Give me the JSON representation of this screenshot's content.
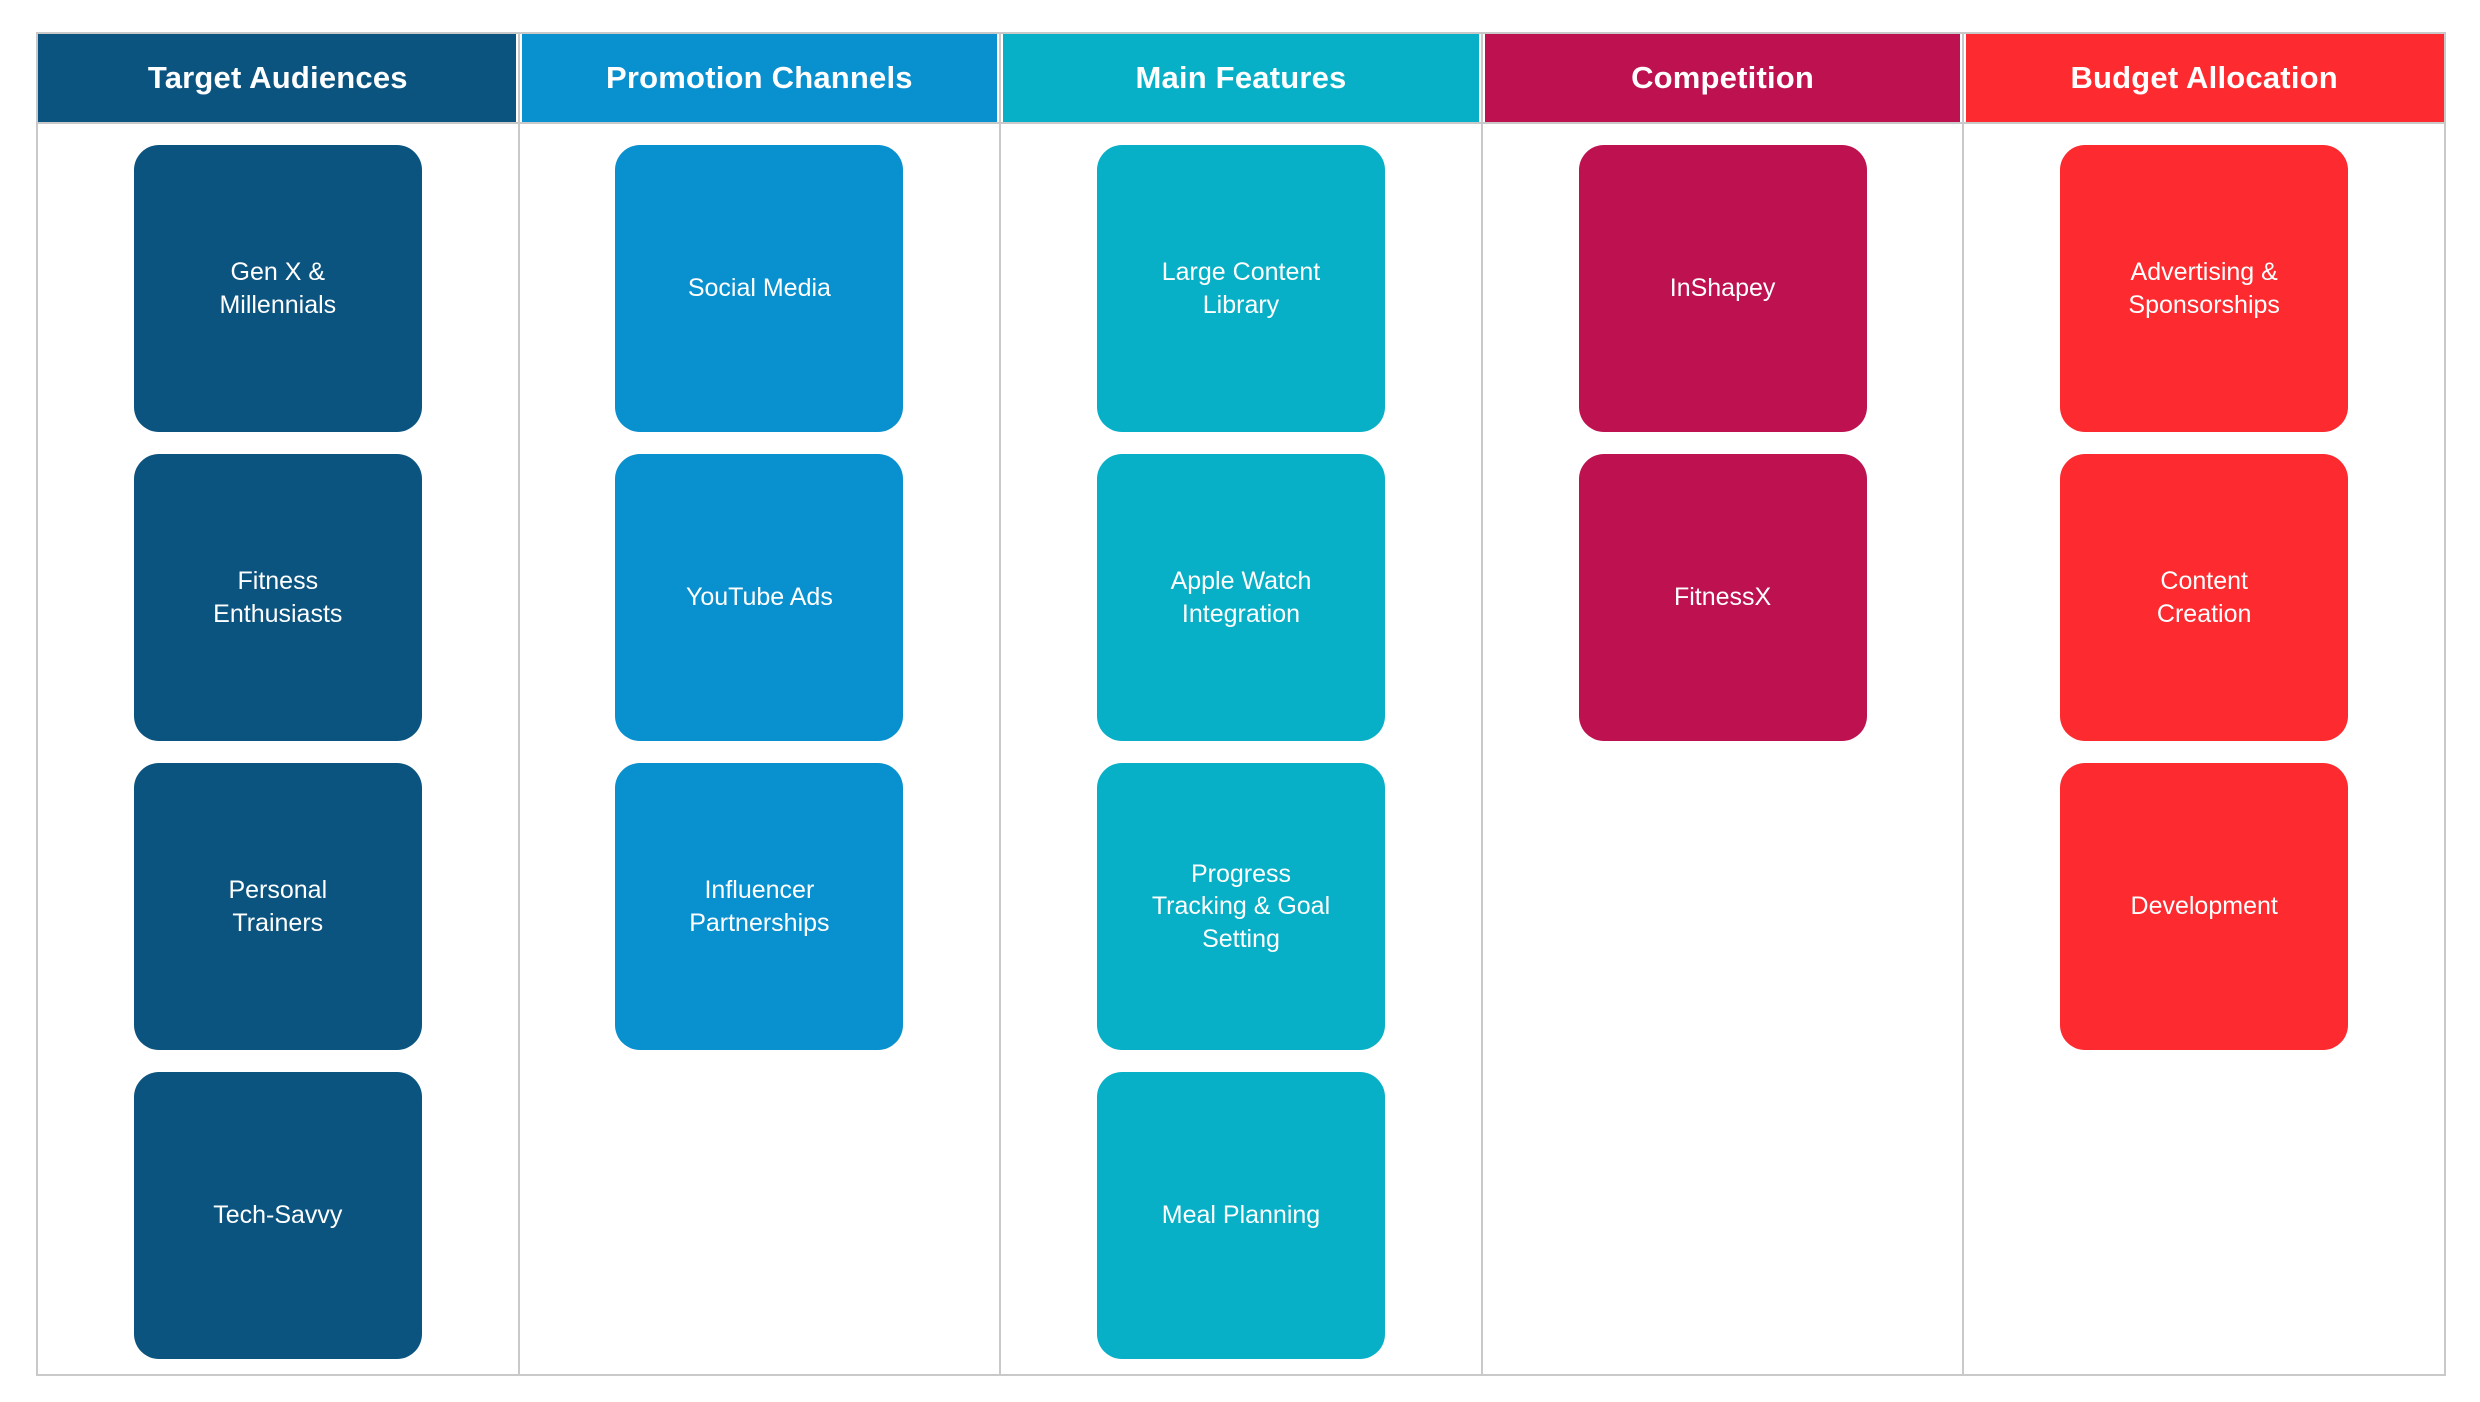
{
  "board": {
    "border_color": "#C9C9C9",
    "text_color": "#FFFFFF",
    "columns": [
      {
        "title": "Target Audiences",
        "color": "#0B5480",
        "cards": [
          "Gen X &\nMillennials",
          "Fitness\nEnthusiasts",
          "Personal\nTrainers",
          "Tech-Savvy"
        ]
      },
      {
        "title": "Promotion Channels",
        "color": "#0990CF",
        "cards": [
          "Social Media",
          "YouTube Ads",
          "Influencer\nPartnerships"
        ]
      },
      {
        "title": "Main Features",
        "color": "#07B0C6",
        "cards": [
          "Large Content\nLibrary",
          "Apple Watch\nIntegration",
          "Progress\nTracking & Goal\nSetting",
          "Meal Planning"
        ]
      },
      {
        "title": "Competition",
        "color": "#BE1150",
        "cards": [
          "InShapey",
          "FitnessX"
        ]
      },
      {
        "title": "Budget Allocation",
        "color": "#FD2A2F",
        "cards": [
          "Advertising &\nSponsorships",
          "Content\nCreation",
          "Development"
        ]
      }
    ]
  }
}
